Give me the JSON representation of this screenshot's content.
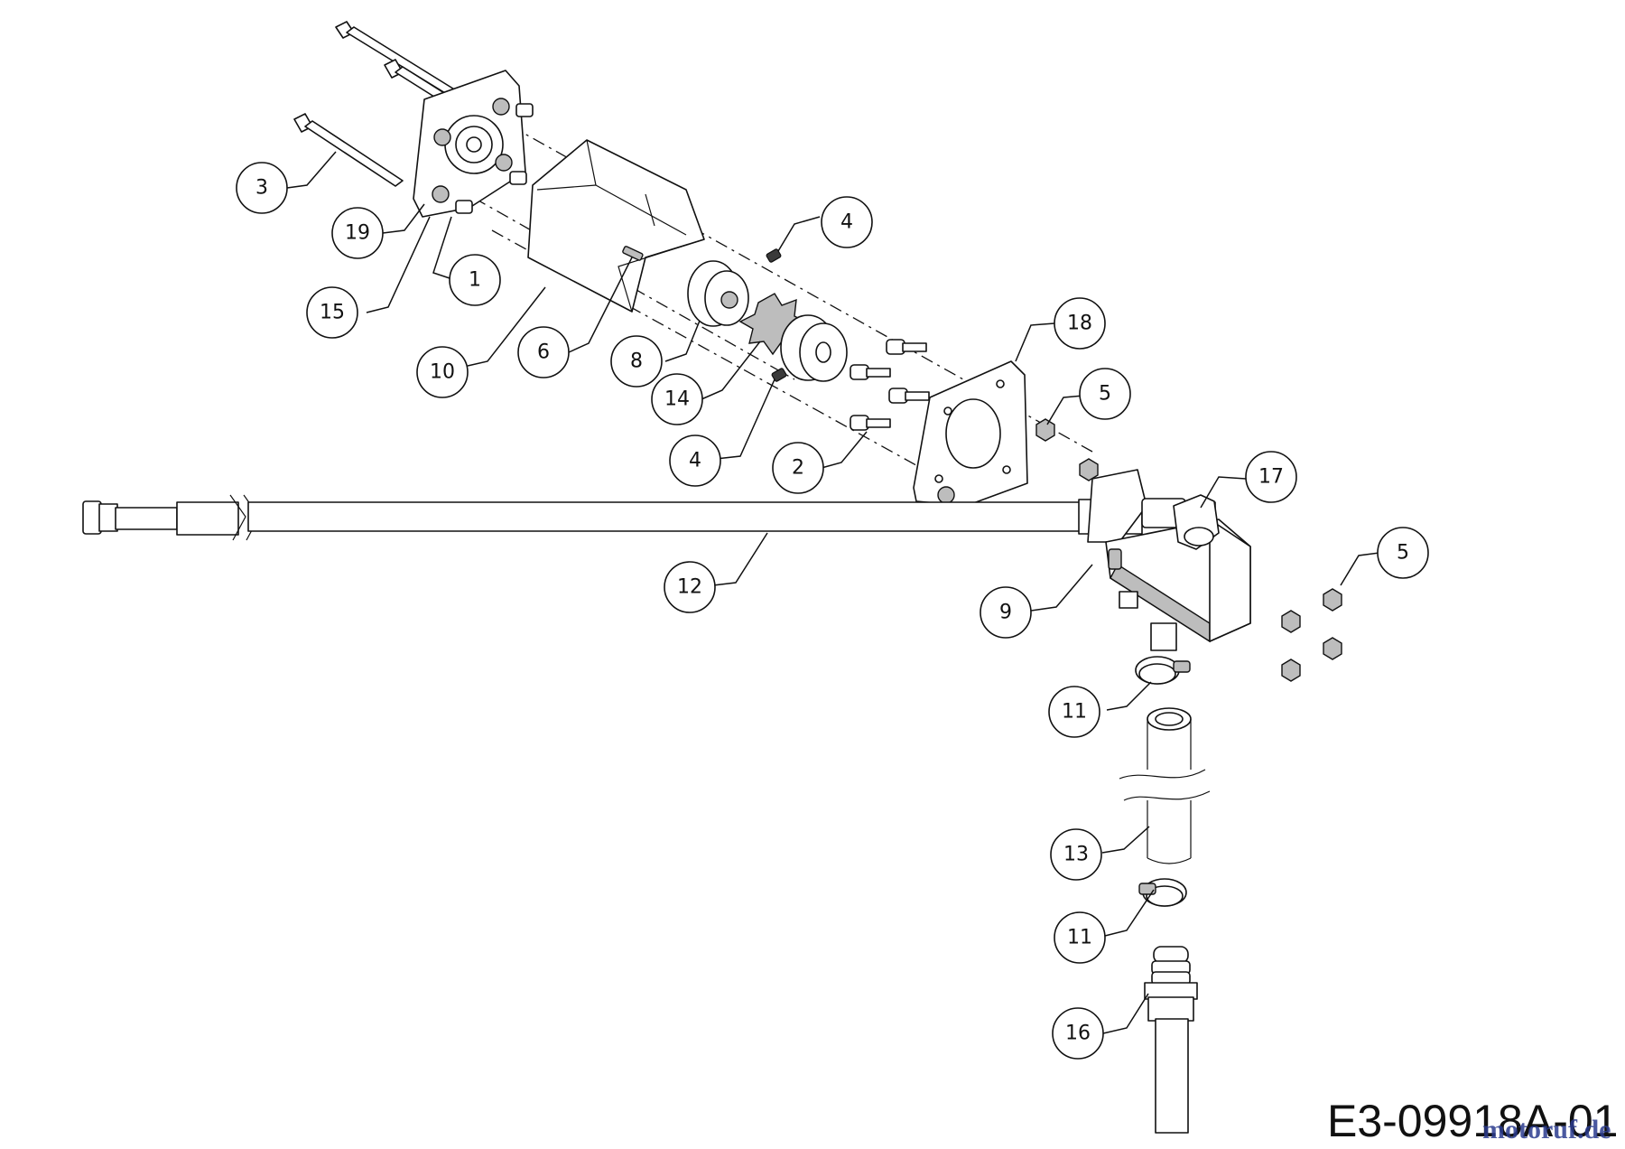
{
  "drawing": {
    "code": "E3-09918A-01",
    "watermark": "motoruf.de"
  },
  "callouts": [
    {
      "id": "c3",
      "label": "3"
    },
    {
      "id": "c19",
      "label": "19"
    },
    {
      "id": "c15",
      "label": "15"
    },
    {
      "id": "c1",
      "label": "1"
    },
    {
      "id": "c10",
      "label": "10"
    },
    {
      "id": "c6",
      "label": "6"
    },
    {
      "id": "c8",
      "label": "8"
    },
    {
      "id": "c14",
      "label": "14"
    },
    {
      "id": "c4a",
      "label": "4"
    },
    {
      "id": "c4b",
      "label": "4"
    },
    {
      "id": "c2",
      "label": "2"
    },
    {
      "id": "c18",
      "label": "18"
    },
    {
      "id": "c5a",
      "label": "5"
    },
    {
      "id": "c17",
      "label": "17"
    },
    {
      "id": "c5b",
      "label": "5"
    },
    {
      "id": "c12",
      "label": "12"
    },
    {
      "id": "c9",
      "label": "9"
    },
    {
      "id": "c11a",
      "label": "11"
    },
    {
      "id": "c13",
      "label": "13"
    },
    {
      "id": "c11b",
      "label": "11"
    },
    {
      "id": "c16",
      "label": "16"
    }
  ]
}
